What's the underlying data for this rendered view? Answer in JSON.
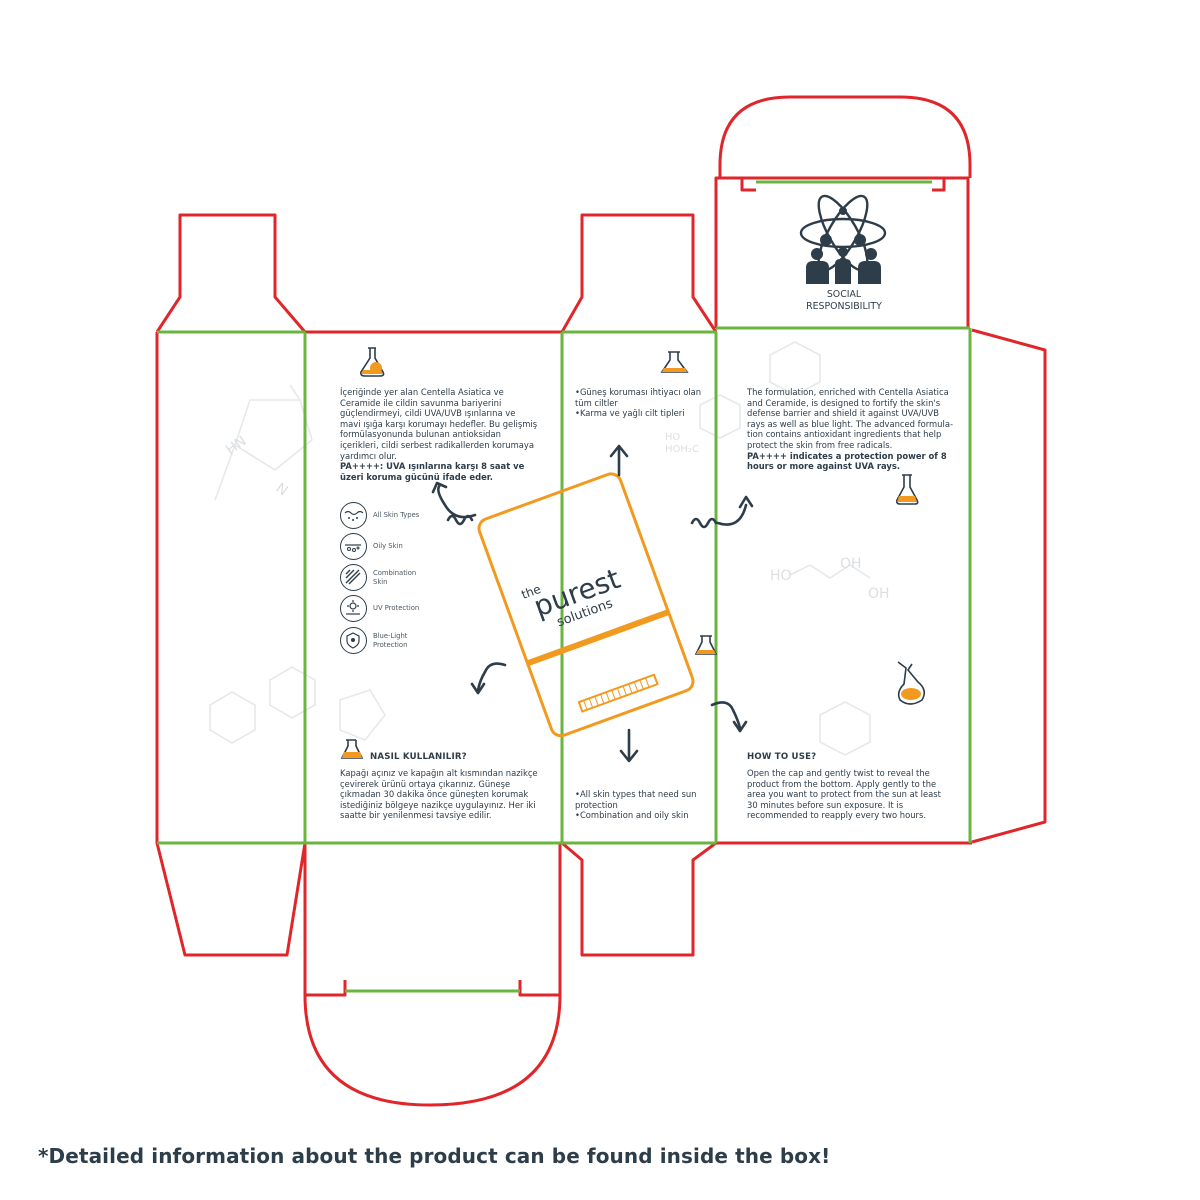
{
  "left_panel": {
    "description_tr": "İçeriğinde yer alan Centella Asiatica ve Ceramide ile cildin savunma bariyerini güçlendirmeyi, cildi UVA/UVB ışınlarına ve mavi ışığa karşı korumayı hedefler. Bu gelişmiş formülasyonunda bulunan antioksidan içerikleri, cildi serbest radikallerden korumaya yardımcı olur.",
    "pa_tr": "PA++++: UVA ışınlarına karşı 8 saat ve üzeri koruma gücünü ifade eder.",
    "skin_types": [
      {
        "label": "All Skin Types",
        "icon": "all-skin-types-icon"
      },
      {
        "label": "Oily Skin",
        "icon": "oily-skin-icon"
      },
      {
        "label": "Combination Skin",
        "icon": "combination-skin-icon"
      },
      {
        "label": "UV Protection",
        "icon": "uv-protection-icon"
      },
      {
        "label": "Blue-Light Protection",
        "icon": "blue-light-protection-icon"
      }
    ],
    "howto_title_tr": "NASIL KULLANILIR?",
    "howto_tr": "Kapağı açınız ve kapağın alt kısmından nazikçe çevirerek ürünü ortaya çıkarınız. Güneşe çıkmadan 30 dakika önce güneşten korumak istediğiniz bölgeye nazikçe uygulayınız. Her iki saatte bir yenilenmesi tavsiye edilir."
  },
  "center_panel": {
    "suitable_tr": [
      "•Güneş koruması ihtiyacı olan tüm ciltler",
      "•Karma ve yağlı cilt tipleri"
    ],
    "suitable_en": [
      "•All skin types that need sun protection",
      "•Combination and oily skin"
    ],
    "brand": {
      "line1": "the",
      "line2": "purest",
      "line3": "solutions"
    }
  },
  "right_panel": {
    "description_en": "The formulation, enriched with Centella Asiatica and Ceramide, is designed to fortify the skin's defense barrier and shield it against UVA/UVB rays as well as blue light. The advanced formula-tion contains antioxidant ingredients that help protect the skin from free radicals.",
    "pa_en": "PA++++ indicates a protection power of 8 hours or more against UVA rays.",
    "howto_title_en": "HOW TO USE?",
    "howto_en": "Open the cap and gently twist to reveal the product from the bottom. Apply gently to the area you want to protect from the sun at least 30 minutes before sun exposure. It is recommended to reapply every two hours."
  },
  "top_flap": {
    "label_line1": "SOCIAL",
    "label_line2": "RESPONSIBILITY",
    "icon": "social-responsibility-atom-people-icon"
  },
  "footnote": "*Detailed information about the product can be found inside the box!",
  "colors": {
    "cut_line": "#e0262b",
    "fold_line": "#6ab540",
    "product_outline": "#f29a1f",
    "text": "#2e3d4a",
    "flask_fill": "#f29a1f"
  }
}
